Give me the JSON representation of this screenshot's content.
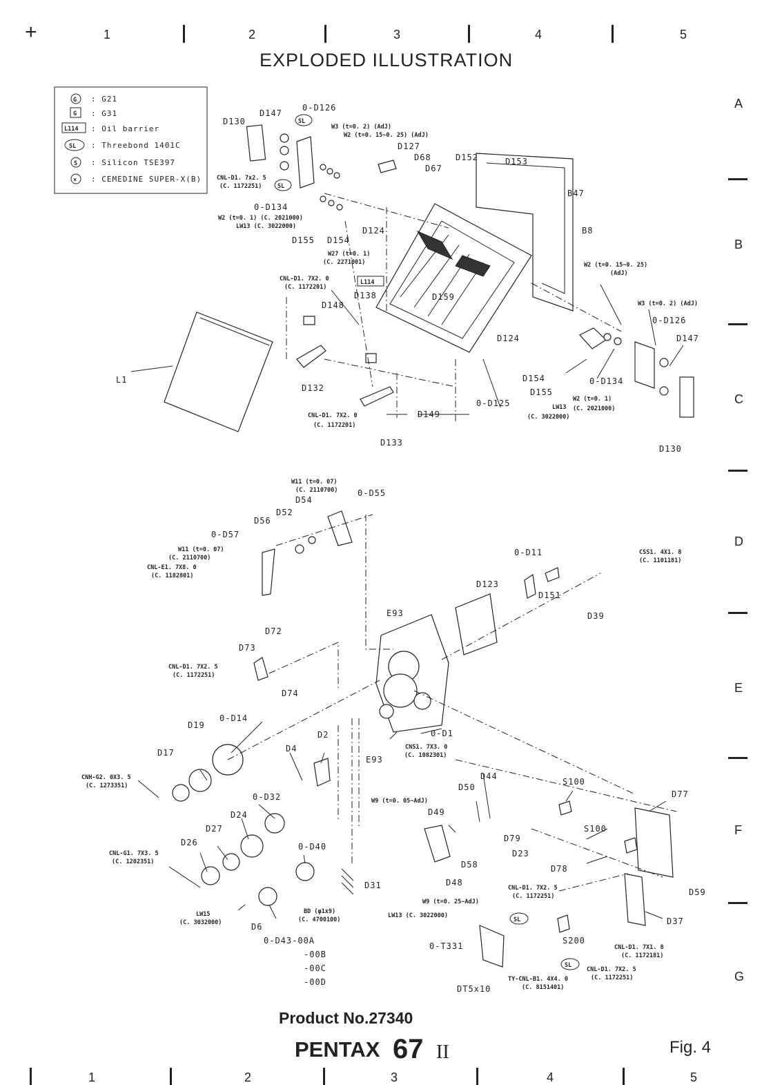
{
  "page": {
    "title": "EXPLODED ILLUSTRATION",
    "product": "Product No.27340",
    "brand": "PENTAX",
    "model": "67",
    "model_suffix": "II",
    "fig": "Fig. 4"
  },
  "grid": {
    "columns": [
      "1",
      "2",
      "3",
      "4",
      "5"
    ],
    "rows": [
      "A",
      "B",
      "C",
      "D",
      "E",
      "F",
      "G"
    ]
  },
  "legend": [
    {
      "symbol": "G",
      "shape": "circle",
      "text": ": G21"
    },
    {
      "symbol": "G",
      "shape": "box",
      "text": ": G31"
    },
    {
      "symbol": "L114",
      "shape": "box",
      "text": ": Oil barrier"
    },
    {
      "symbol": "SL",
      "shape": "oval",
      "text": ": Threebond 1401C"
    },
    {
      "symbol": "S",
      "shape": "circle",
      "text": ": Silicon TSE397"
    },
    {
      "symbol": "×",
      "shape": "circle",
      "text": ": CEMEDINE SUPER-X(B)"
    }
  ],
  "labels": {
    "d130a": "D130",
    "d147a": "D147",
    "od126a": "0-D126",
    "sla": "SL",
    "w3a": "W3 (t=0. 2) (AdJ)",
    "w2a": "W2 (t=0. 15~0. 25) (AdJ)",
    "d127": "D127",
    "d68": "D68",
    "d67": "D67",
    "d152": "D152",
    "d153": "D153",
    "b47": "B47",
    "b8": "B8",
    "cnl1": "CNL-D1. 7x2. 5",
    "cnl1c": "(C. 1172251)",
    "sl2": "SL",
    "od134a": "0-D134",
    "w2b": "W2 (t=0. 1) (C. 2021000)",
    "lw13a": "LW13 (C. 3022000)",
    "d155a": "D155",
    "d154a": "D154",
    "d124a": "D124",
    "w27": "W27 (t=0. 1)",
    "w27c": "(C. 2271001)",
    "l114": "L114",
    "d138": "D138",
    "d159": "D159",
    "w2c": "W2 (t=0. 15~0. 25)",
    "w2cadj": "(AdJ)",
    "w3b": "W3 (t=0. 2) (AdJ)",
    "od126b": "0-D126",
    "d147b": "D147",
    "cnl2": "CNL-D1. 7X2. 0",
    "cnl2c": "(C. 1172201)",
    "d148": "D148",
    "d124b": "D124",
    "l1": "L1",
    "d154b": "D154",
    "d155b": "D155",
    "od134b": "0-D134",
    "lw13b": "LW13",
    "lw13bc": "(C. 3022000)",
    "w2d": "W2 (t=0. 1)",
    "w2dc": "(C. 2021000)",
    "d132": "D132",
    "cnl3": "CNL-D1. 7X2. 0",
    "cnl3c": "(C. 1172201)",
    "d149": "D149",
    "od125": "0-D125",
    "d133": "D133",
    "d130b": "D130",
    "w11a": "W11 (t=0. 07)",
    "w11ac": "(C. 2110700)",
    "d54": "D54",
    "od55": "0-D55",
    "d52": "D52",
    "d56": "D56",
    "od57": "0-D57",
    "w11b": "W11 (t=0. 07)",
    "w11bc": "(C. 2110700)",
    "cnle": "CNL-E1. 7X8. 0",
    "cnlec": "(C. 1182801)",
    "od11": "0-D11",
    "css": "CSS1. 4X1. 8",
    "cssc": "(C. 1101181)",
    "d123": "D123",
    "d151": "D151",
    "d39": "D39",
    "e93a": "E93",
    "d72": "D72",
    "d73": "D73",
    "cnl4": "CNL-D1. 7X2. 5",
    "cnl4c": "(C. 1172251)",
    "d74": "D74",
    "d19": "D19",
    "od14": "0-D14",
    "d2": "D2",
    "od1": "0-D1",
    "d4": "D4",
    "e93b": "E93",
    "cns": "CNS1. 7X3. 0",
    "cnsc": "(C. 1082301)",
    "d17": "D17",
    "cnh": "CNH-G2. 0X3. 5",
    "cnhc": "(C. 1273351)",
    "d44": "D44",
    "d50": "D50",
    "s100a": "S100",
    "d77": "D77",
    "w9a": "W9 (t=0. 05~AdJ)",
    "d49": "D49",
    "od32": "0-D32",
    "d24": "D24",
    "d27": "D27",
    "d26": "D26",
    "od40": "0-D40",
    "d79": "D79",
    "s100b": "S100",
    "d23": "D23",
    "d78": "D78",
    "d58": "D58",
    "cnlg": "CNL-G1. 7X3. 5",
    "cnlgc": "(C. 1202351)",
    "d31": "D31",
    "d48": "D48",
    "cnl5": "CNL-D1. 7X2. 5",
    "cnl5c": "(C. 1172251)",
    "d59": "D59",
    "bd": "BD (φ1x9)",
    "bdc": "(C. 4700100)",
    "w9b": "W9 (t=0. 25~AdJ)",
    "lw15": "LW15",
    "lw15c": "(C. 3032000)",
    "d6": "D6",
    "lw13c": "LW13 (C. 3022000)",
    "d37": "D37",
    "od43a": "0-D43-00A",
    "od43b": "-00B",
    "od43c": "-00C",
    "od43d": "-00D",
    "ot331": "0-T331",
    "sl3": "SL",
    "s200": "S200",
    "cnl6": "CNL-D1. 7X1. 8",
    "cnl6c": "(C. 1172181)",
    "sl4": "SL",
    "cnl7": "CNL-D1. 7X2. 5",
    "cnl7c": "(C. 1172251)",
    "ty": "TY-CNL-B1. 4X4. 0",
    "tyc": "(C. 8151401)",
    "dt5": "DT5x10"
  }
}
